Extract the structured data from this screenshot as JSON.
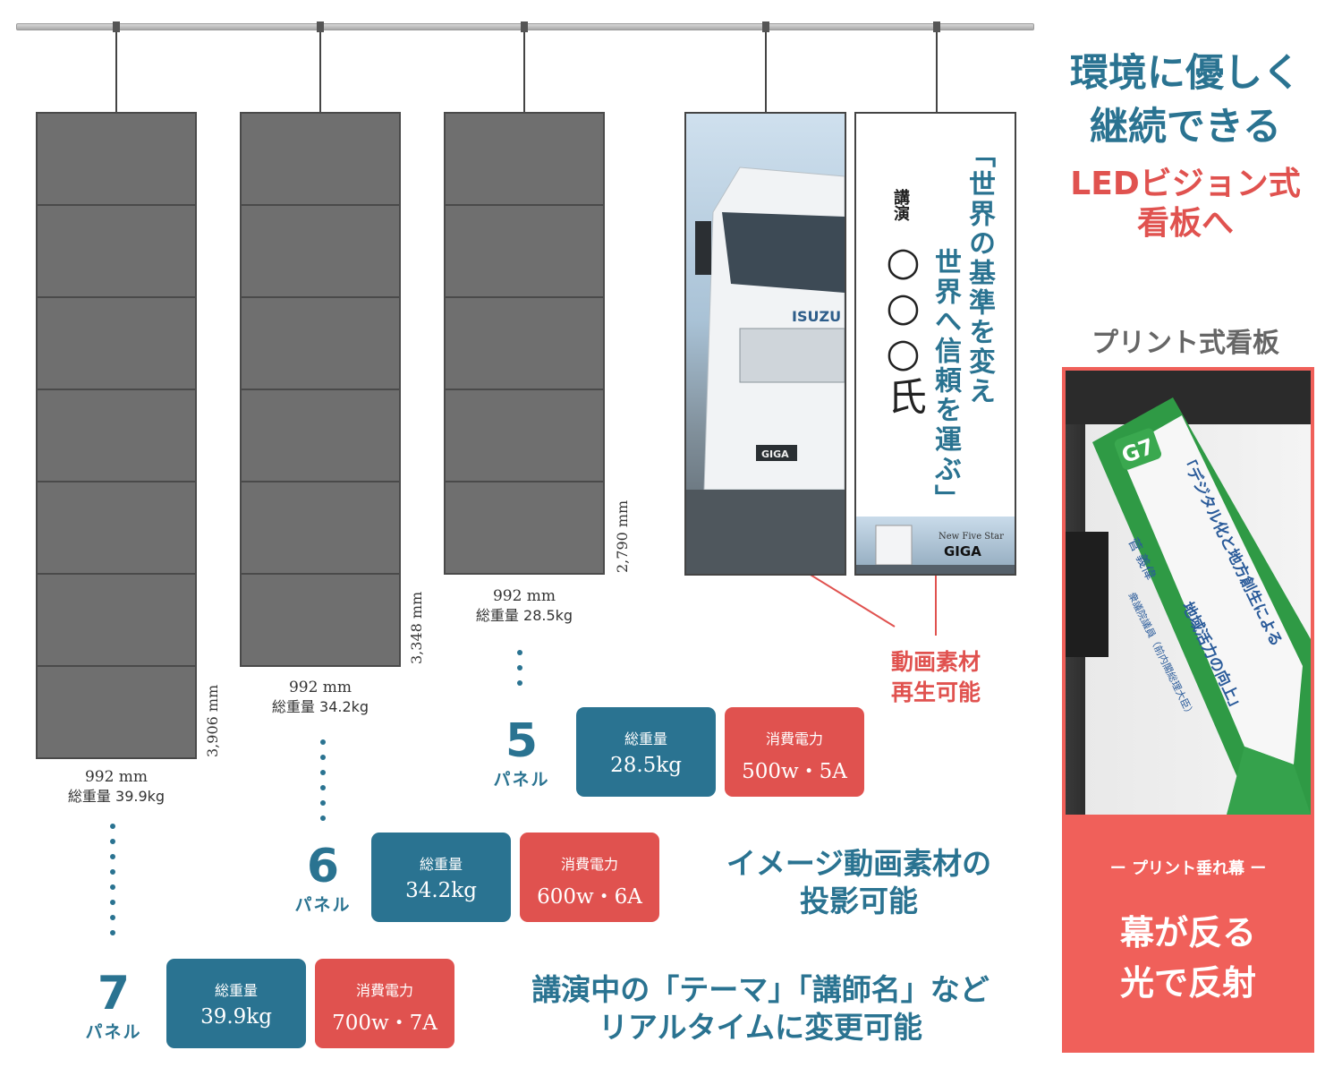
{
  "heading": {
    "line1": "環境に優しく",
    "line2": "継続できる",
    "line3": "LEDビジョン式",
    "line4": "看板へ"
  },
  "panels": [
    {
      "count": "7",
      "unit": "パネル",
      "height_dim": "3,906 mm",
      "width_dim": "992 mm",
      "weight_caption": "総重量 39.9kg",
      "weight_label": "総重量",
      "weight_value": "39.9kg",
      "power_label": "消費電力",
      "power_value": "700w・7A"
    },
    {
      "count": "6",
      "unit": "パネル",
      "height_dim": "3,348 mm",
      "width_dim": "992 mm",
      "weight_caption": "総重量 34.2kg",
      "weight_label": "総重量",
      "weight_value": "34.2kg",
      "power_label": "消費電力",
      "power_value": "600w・6A"
    },
    {
      "count": "5",
      "unit": "パネル",
      "height_dim": "2,790 mm",
      "width_dim": "992 mm",
      "weight_caption": "総重量 28.5kg",
      "weight_label": "総重量",
      "weight_value": "28.5kg",
      "power_label": "消費電力",
      "power_value": "500w・5A"
    }
  ],
  "screen_text": {
    "quote_line1": "「世界の基準を変え",
    "quote_line2": "世界へ信頼を運ぶ」",
    "lecture_label": "講演",
    "speaker": "○○○氏",
    "truck_brand": "ISUZU",
    "truck_model": "GIGA",
    "banner_small": "New Five Star",
    "banner_logo": "GIGA"
  },
  "annotations": {
    "video_playable_1": "動画素材",
    "video_playable_2": "再生可能",
    "image_video_1": "イメージ動画素材の",
    "image_video_2": "投影可能",
    "realtime_1": "講演中の「テーマ」「講師名」など",
    "realtime_2": "リアルタイムに変更可能"
  },
  "print_section": {
    "label": "プリント式看板",
    "caption": "ー プリント垂れ幕 ー",
    "result_1": "幕が反る",
    "result_2": "光で反射",
    "banner_logo": "G7",
    "banner_title_1": "「デジタル化と地方創生による",
    "banner_title_2": "地域活力の向上」",
    "banner_name": "菅 義偉",
    "banner_role": "衆議院議員（前内閣総理大臣）"
  },
  "colors": {
    "teal": "#2a7391",
    "red": "#e0524f",
    "panel_gray": "#6f6f6f"
  }
}
